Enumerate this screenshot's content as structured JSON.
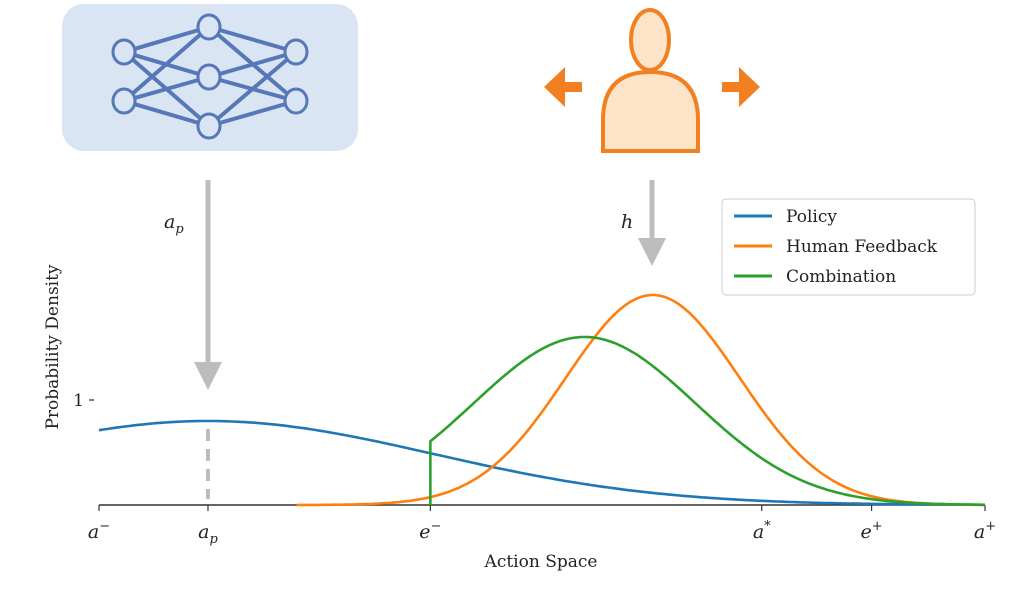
{
  "icons": {
    "policy_network": "neural-network-icon",
    "human": "person-icon"
  },
  "colors": {
    "policy": "#1f77b4",
    "human": "#ff7f0e",
    "combination": "#2ca02c",
    "arrow": "#bdbdbd",
    "nn_bg": "#dae5f4",
    "nn_stroke": "#5677b8",
    "person_fill": "#fde3c8",
    "person_stroke": "#f28022"
  },
  "annotations": {
    "policy_arrow_label": "a_p",
    "human_arrow_label": "h"
  },
  "chart_data": {
    "type": "line",
    "title": "",
    "xlabel": "Action Space",
    "ylabel": "Probability Density",
    "xlim": [
      0,
      10
    ],
    "ylim": [
      0,
      2.2
    ],
    "yticks": [
      {
        "value": 1,
        "label": "1"
      }
    ],
    "xticks": [
      {
        "value": 0,
        "base": "a",
        "sup": "−",
        "sub": ""
      },
      {
        "value": 1.23,
        "base": "a",
        "sup": "",
        "sub": "p"
      },
      {
        "value": 3.74,
        "base": "e",
        "sup": "−",
        "sub": ""
      },
      {
        "value": 7.48,
        "base": "a",
        "sup": "*",
        "sub": ""
      },
      {
        "value": 8.72,
        "base": "e",
        "sup": "+",
        "sub": ""
      },
      {
        "value": 10,
        "base": "a",
        "sup": "+",
        "sub": ""
      }
    ],
    "legend": {
      "placement": "top-right",
      "entries": [
        "Policy",
        "Human Feedback",
        "Combination"
      ]
    },
    "series": [
      {
        "name": "Policy",
        "kind": "gaussian",
        "mean": 1.23,
        "std": 2.55,
        "peak": 0.8,
        "x_range": [
          0,
          10
        ]
      },
      {
        "name": "Human Feedback",
        "kind": "gaussian",
        "mean": 6.25,
        "std": 0.98,
        "peak": 2.0,
        "x_range": [
          2.23,
          10
        ]
      },
      {
        "name": "Combination",
        "kind": "truncated-gaussian",
        "mean": 5.48,
        "std": 1.25,
        "peak": 1.6,
        "x_range": [
          3.74,
          10
        ]
      }
    ],
    "policy_mean_marker": 1.23
  }
}
